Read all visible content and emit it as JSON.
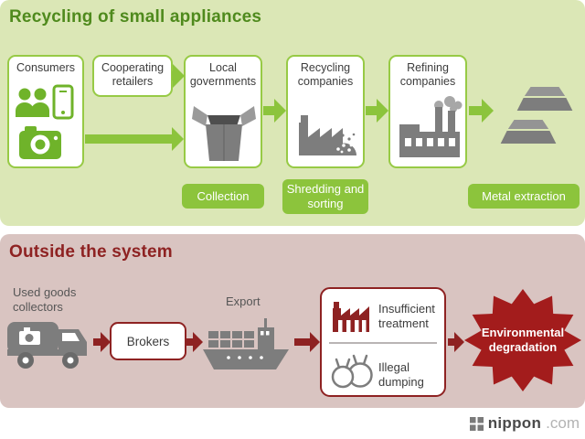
{
  "header": {
    "title": "Recycling of small appliances"
  },
  "system": {
    "consumers": "Consumers",
    "retailers": "Cooperating retailers",
    "local_governments": "Local governments",
    "recycling_companies": "Recycling companies",
    "refining_companies": "Refining companies",
    "collection": "Collection",
    "shredding": "Shredding and sorting",
    "metal_extraction": "Metal extraction"
  },
  "outside": {
    "title": "Outside the system",
    "used_goods_collectors": "Used goods collectors",
    "brokers": "Brokers",
    "export": "Export",
    "insufficient_treatment": "Insufficient treatment",
    "illegal_dumping": "Illegal dumping",
    "environmental_degradation": "Environmental degradation"
  },
  "footer": {
    "brand": "nippon",
    "tld": ".com"
  },
  "icons": {
    "consumers": "people-phone-camera-icon",
    "local_governments": "open-box-icon",
    "recycling_companies": "factory-shredder-icon",
    "refining_companies": "factory-smokestacks-icon",
    "metal": "metal-ingots-icon",
    "used_goods": "garbage-truck-icon",
    "export": "cargo-ship-icon",
    "insufficient": "red-factory-icon",
    "illegal": "trash-bags-icon",
    "environment": "starburst-shape",
    "footer": "grid-logo-icon"
  },
  "colors": {
    "panel_green": "#dbe7b6",
    "panel_pink": "#d9c4c1",
    "accent_green": "#8cc43c",
    "title_green": "#4f8a1d",
    "accent_red": "#8e2222",
    "starburst_red": "#a31c1c",
    "icon_gray": "#7d7d7d"
  }
}
